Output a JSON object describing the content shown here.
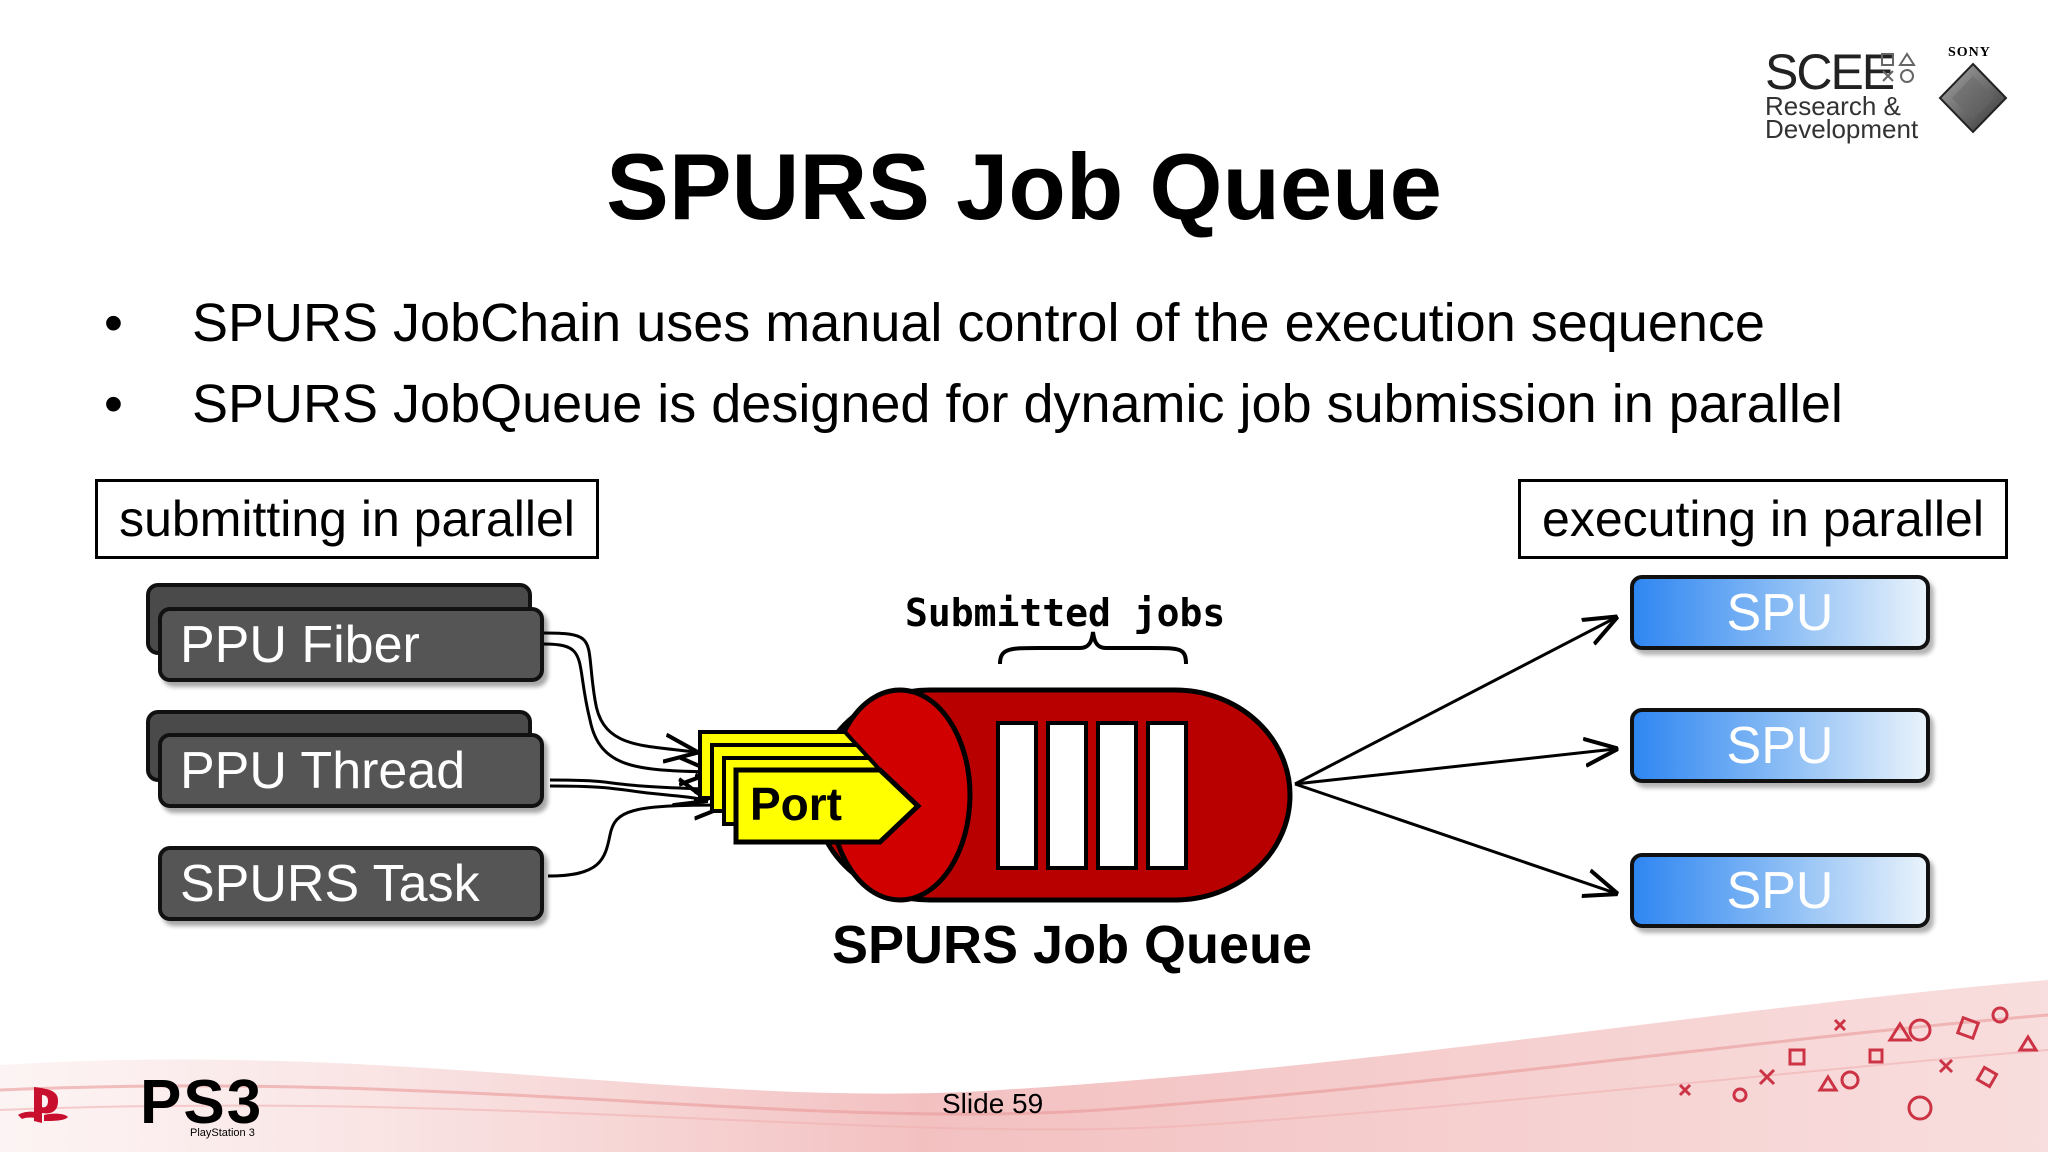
{
  "slide": {
    "title": "SPURS Job Queue",
    "bullets": [
      "SPURS JobChain uses manual control of the execution sequence",
      "SPURS JobQueue is designed for dynamic job submission in parallel"
    ],
    "bullet_glyph": "•",
    "slide_number": "Slide 59"
  },
  "diagram": {
    "left_frame_label": "submitting in parallel",
    "right_frame_label": "executing in parallel",
    "sources": [
      "PPU Fiber",
      "PPU Thread",
      "SPURS Task"
    ],
    "port_label": "Port",
    "submitted_label": "Submitted jobs",
    "queue_caption": "SPURS Job Queue",
    "spus": [
      "SPU",
      "SPU",
      "SPU"
    ],
    "colors": {
      "queue_red": "#b80000",
      "port_yellow": "#ffff00",
      "source_gray": "#555555",
      "spu_blue": "#2f86f2"
    }
  },
  "branding": {
    "sce_logo": "SCEE",
    "sce_sub1": "Research &",
    "sce_sub2": "Development",
    "sony": "SONY",
    "ps3_logo": "PS3",
    "ps3_sub": "PlayStation 3"
  }
}
